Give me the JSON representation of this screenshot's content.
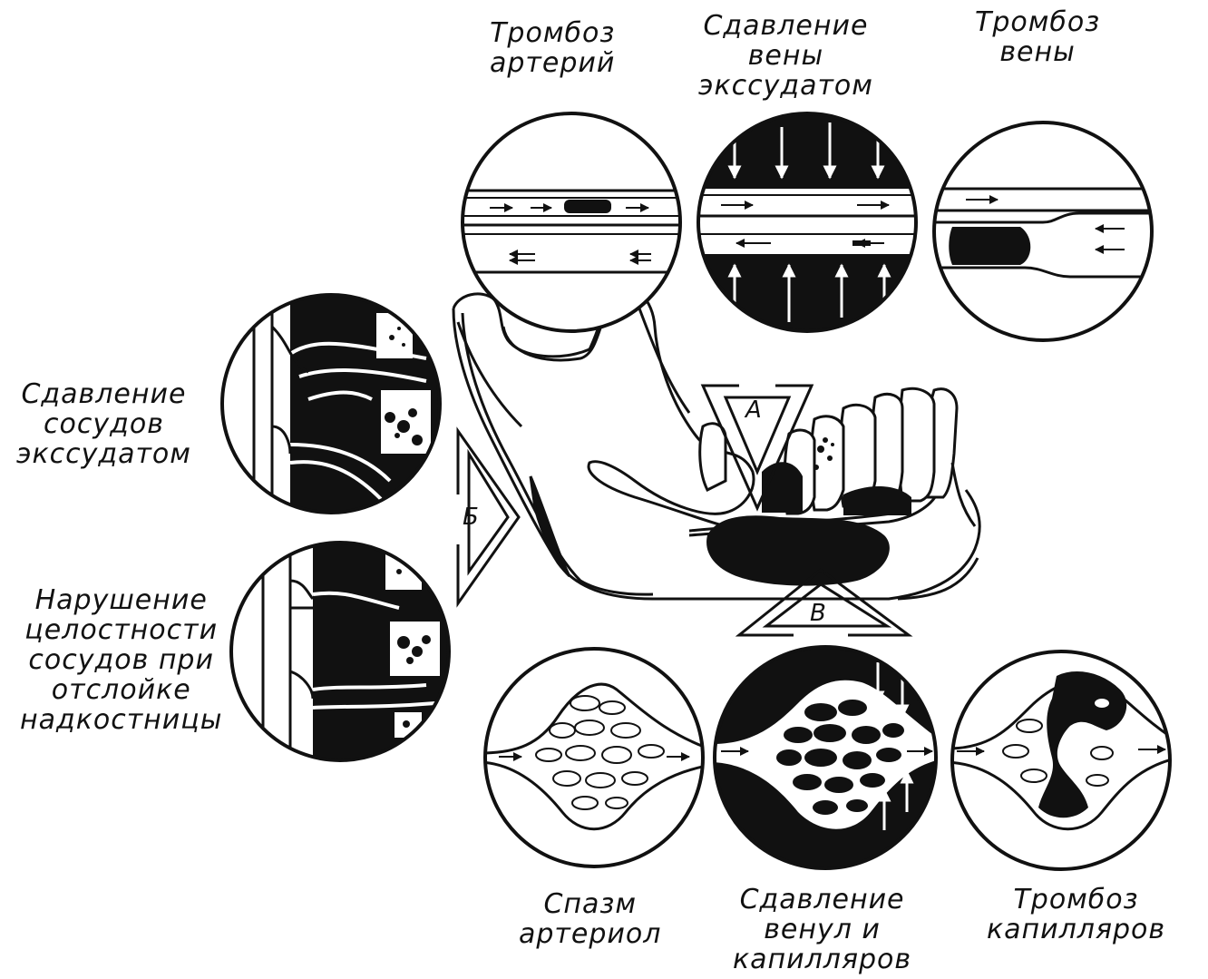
{
  "colors": {
    "ink": "#111111",
    "paper": "#ffffff"
  },
  "labels": {
    "artery_thrombosis": [
      "Тромбоз",
      "артерий"
    ],
    "vein_compression": [
      "Сдавление",
      "вены",
      "экссудатом"
    ],
    "vein_thrombosis": [
      "Тромбоз",
      "вены"
    ],
    "vessel_compression": [
      "Сдавление",
      "сосудов",
      "экссудатом"
    ],
    "vessel_integrity": [
      "Нарушение",
      "целостности",
      "сосудов при",
      "отслойке",
      "надкостницы"
    ],
    "arteriole_spasm": [
      "Спазм",
      "артериол"
    ],
    "venule_compression": [
      "Сдавление",
      "венул и",
      "капилляров"
    ],
    "capillary_thrombosis": [
      "Тромбоз",
      "капилляров"
    ]
  },
  "triangles": {
    "a": "А",
    "b": "Б",
    "v": "В"
  }
}
